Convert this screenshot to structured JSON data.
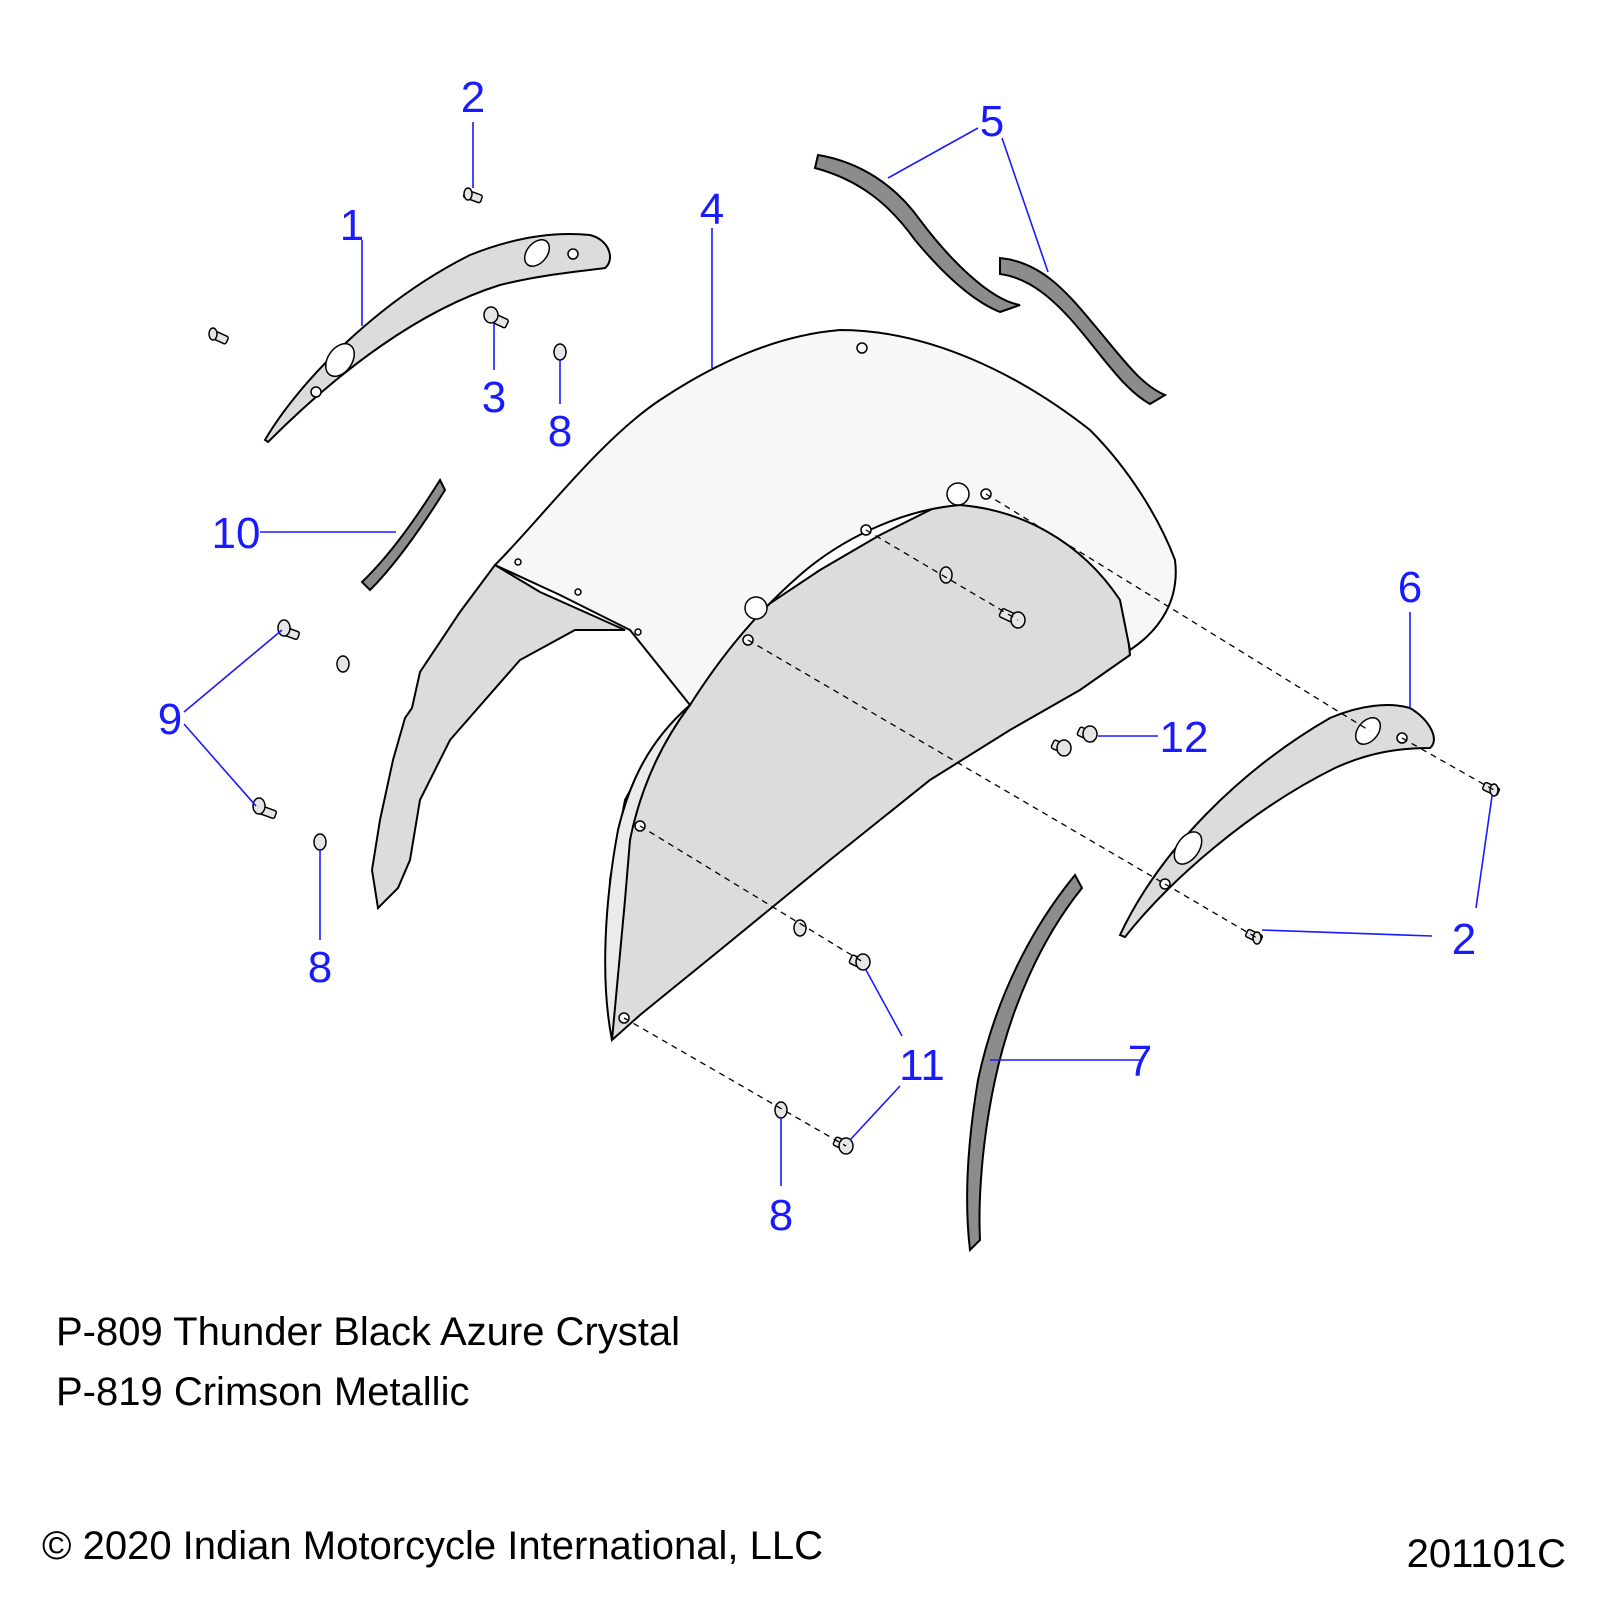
{
  "callouts": {
    "c1": "1",
    "c2a": "2",
    "c2b": "2",
    "c3": "3",
    "c4": "4",
    "c5": "5",
    "c6": "6",
    "c7": "7",
    "c8a": "8",
    "c8b": "8",
    "c8c": "8",
    "c9": "9",
    "c10": "10",
    "c11": "11",
    "c12": "12"
  },
  "notes": [
    "P-809 Thunder Black Azure Crystal",
    "P-819 Crimson Metallic"
  ],
  "footer": {
    "copyright": "© 2020 Indian Motorcycle International, LLC",
    "drawing_number": "201101C"
  },
  "colors": {
    "callout": "#1a1aff",
    "part_fill": "#dcdcdc"
  }
}
